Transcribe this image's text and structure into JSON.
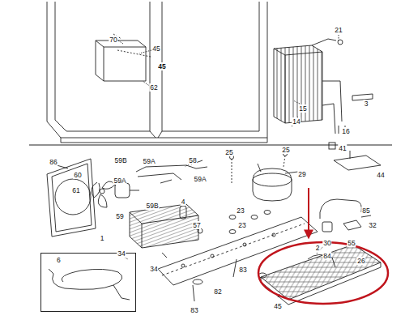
{
  "diagram": {
    "nodes": [
      {
        "text": [
          "6"
        ]
      }
    ],
    "labels": [
      "70",
      "45",
      "45",
      "62",
      "21",
      "15",
      "3",
      "14",
      "16",
      "86",
      "59B",
      "59A",
      "58",
      "60",
      "59A",
      "59A",
      "61",
      "59B",
      "59",
      "4",
      "25",
      "25",
      "29",
      "41",
      "44",
      "85",
      "57",
      "23",
      "23",
      "1",
      "32",
      "30",
      "55",
      "34",
      "2",
      "84",
      "26",
      "34",
      "83",
      "82",
      "83",
      "45"
    ]
  }
}
